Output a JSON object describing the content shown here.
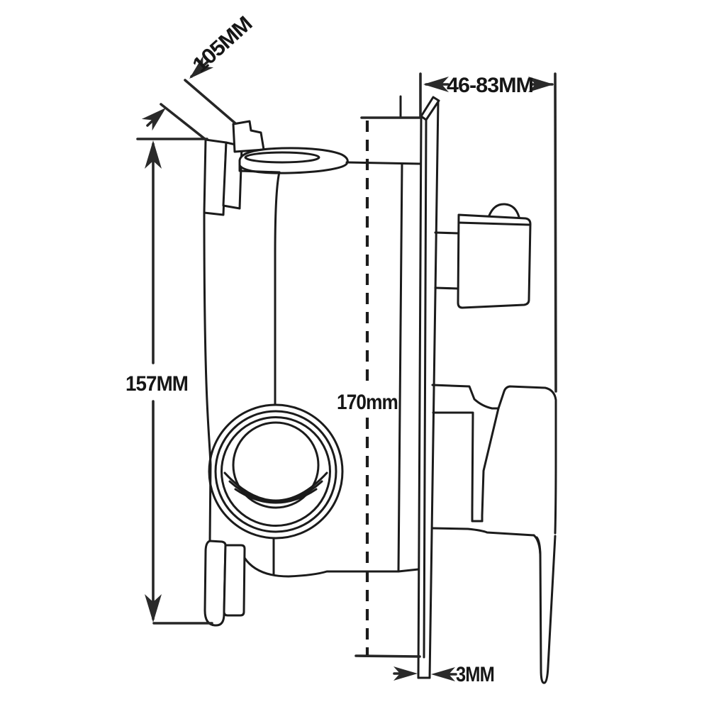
{
  "diagram": {
    "description": "shower mixer valve side-view technical drawing",
    "dimensions": {
      "inlet_offset": {
        "label": "105MM"
      },
      "wall_depth_range": {
        "label": "46-83MM"
      },
      "body_height": {
        "label": "157MM"
      },
      "plate_height": {
        "label": "170mm"
      },
      "plate_thickness": {
        "label": "3MM"
      }
    },
    "colors": {
      "line": "#1b1b1b",
      "background": "#ffffff"
    }
  }
}
